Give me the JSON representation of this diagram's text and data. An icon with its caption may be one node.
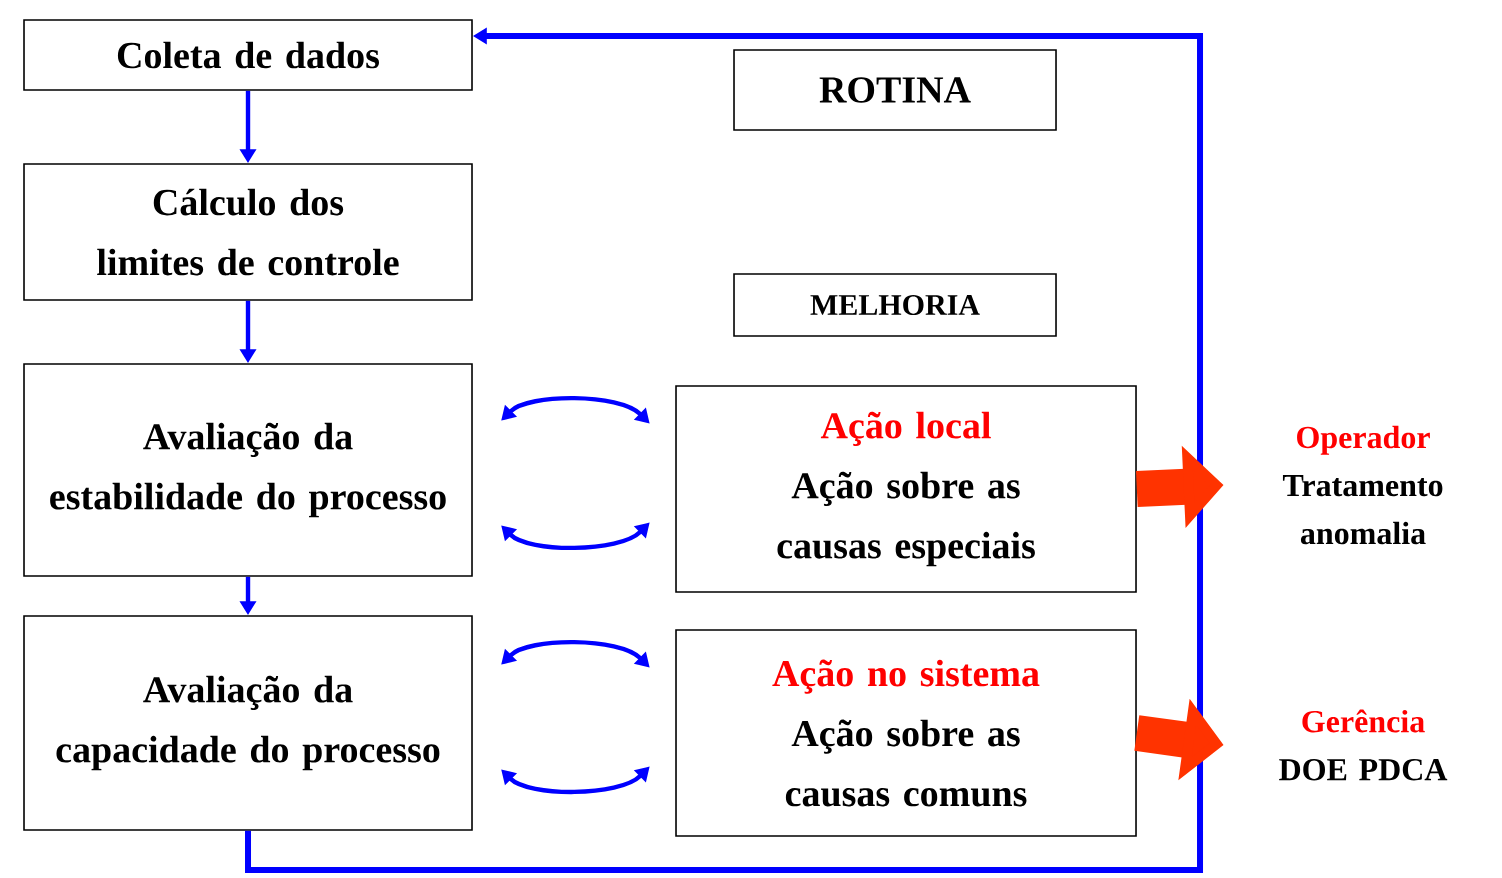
{
  "diagram": {
    "nodes": [
      {
        "text": [
          "Coleta de dados"
        ]
      },
      {
        "text": [
          "Cálculo dos limites de controle"
        ]
      },
      {
        "text": [
          "Avaliação da estabilidade do processo"
        ]
      },
      {
        "text": [
          "Avaliação da capacidade do processo"
        ]
      },
      {
        "text": [
          "ROTINA"
        ]
      },
      {
        "text": [
          "MELHORIA"
        ]
      },
      {
        "text": [
          "Ação local",
          "Ação sobre as causas especiais"
        ]
      },
      {
        "text": [
          "Ação no sistema",
          "Ação sobre as causas comuns"
        ]
      },
      {
        "text": [
          "Operador",
          "Tratamento anomalia"
        ]
      },
      {
        "text": [
          "Gerência",
          "DOE PDCA"
        ]
      }
    ],
    "edges": [
      {
        "from": 0,
        "to": 1,
        "arrow": "to"
      },
      {
        "from": 1,
        "to": 2,
        "arrow": "to"
      },
      {
        "from": 2,
        "to": 3,
        "arrow": "to"
      },
      {
        "from": 3,
        "to": 0,
        "arrow": "to"
      },
      {
        "from": 2,
        "to": 6,
        "arrow": "both"
      },
      {
        "from": 2,
        "to": 6,
        "arrow": "both"
      },
      {
        "from": 3,
        "to": 7,
        "arrow": "both"
      },
      {
        "from": 3,
        "to": 7,
        "arrow": "both"
      },
      {
        "from": 6,
        "to": 8,
        "arrow": "to",
        "style": "thick",
        "color": "#ff3300"
      },
      {
        "from": 7,
        "to": 9,
        "arrow": "to",
        "style": "thick",
        "color": "#ff3300"
      }
    ]
  }
}
